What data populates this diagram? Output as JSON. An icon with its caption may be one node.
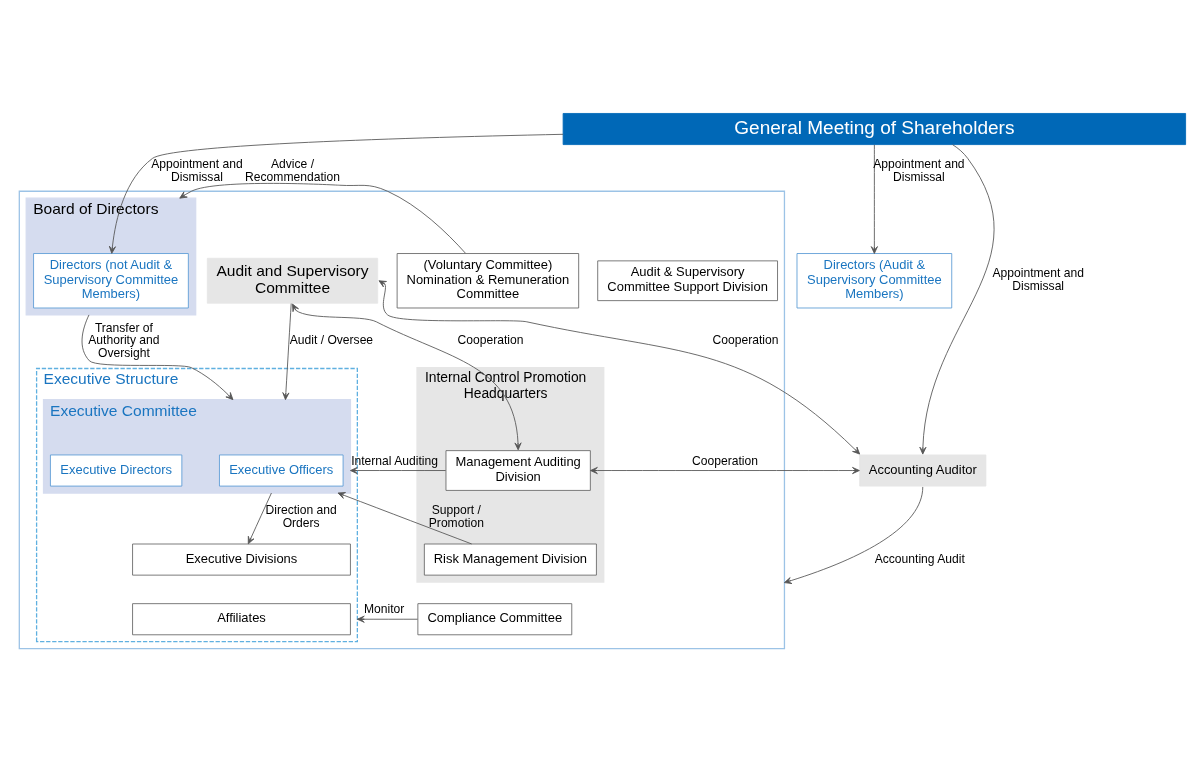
{
  "diagram": {
    "nodes": [
      {
        "text": [
          "General Meeting of Shareholders"
        ]
      },
      {
        "text": [],
        "shape": "box"
      },
      {
        "text": [
          "(Voluntary Committee)",
          "Nomination & Remuneration Committee"
        ],
        "in": 1
      },
      {
        "text": [
          "Board of Directors"
        ],
        "in": 1
      },
      {
        "text": [
          "Directors (not Audit & Supervisory Committee Members)"
        ],
        "in": 3
      },
      {
        "text": [
          "Audit and Supervisory Committee"
        ],
        "in": 1
      },
      {
        "text": [
          "Directors (Audit & Supervisory Committee Members)"
        ]
      },
      {
        "text": [
          "Audit & Supervisory Committee Support Division"
        ],
        "in": 1
      },
      {
        "text": [
          "Executive Structure"
        ],
        "in": 1
      },
      {
        "text": [
          "Executive Committee"
        ],
        "in": 8
      },
      {
        "text": [
          "Executive Directors"
        ],
        "in": 9
      },
      {
        "text": [
          "Executive Officers"
        ],
        "in": 9
      },
      {
        "text": [
          "Executive Divisions"
        ],
        "in": 8
      },
      {
        "text": [
          "Affiliates"
        ],
        "in": 8
      },
      {
        "text": [
          "Internal Control Promotion Headquarters"
        ],
        "in": 1
      },
      {
        "text": [
          "Management Auditing Division"
        ],
        "in": 14
      },
      {
        "text": [
          "Risk Management Division"
        ],
        "in": 14
      },
      {
        "text": [
          "Compliance Committee"
        ],
        "in": 1
      },
      {
        "text": [
          "Accounting Auditor"
        ]
      }
    ],
    "edges": [
      {
        "from": 0,
        "to": 4,
        "arrow": "to",
        "label": "Appointment and Dismissal"
      },
      {
        "from": 0,
        "to": 6,
        "arrow": "to",
        "label": "Appointment and Dismissal"
      },
      {
        "from": 0,
        "to": 18,
        "arrow": "to",
        "label": "Appointment and Dismissal"
      },
      {
        "from": 2,
        "to": 3,
        "arrow": "to",
        "label": "Advice / Recommendation"
      },
      {
        "from": 3,
        "to": 9,
        "arrow": "to",
        "label": "Transfer of Authority and Oversight"
      },
      {
        "from": 5,
        "to": 9,
        "arrow": "to",
        "label": "Audit / Oversee"
      },
      {
        "from": 5,
        "to": 15,
        "arrow": "both",
        "label": "Cooperation"
      },
      {
        "from": 5,
        "to": 18,
        "arrow": "both",
        "label": "Cooperation"
      },
      {
        "from": 15,
        "to": 18,
        "arrow": "both",
        "label": "Cooperation"
      },
      {
        "from": 15,
        "to": 9,
        "arrow": "to",
        "label": "Internal Auditing"
      },
      {
        "from": 16,
        "to": 9,
        "arrow": "to",
        "label": "Support / Promotion"
      },
      {
        "from": 9,
        "to": 12,
        "arrow": "to",
        "label": "Direction and Orders"
      },
      {
        "from": 17,
        "to": 8,
        "arrow": "to",
        "label": "Monitor"
      },
      {
        "from": 18,
        "to": 1,
        "arrow": "to",
        "label": "Accounting Audit"
      }
    ]
  }
}
